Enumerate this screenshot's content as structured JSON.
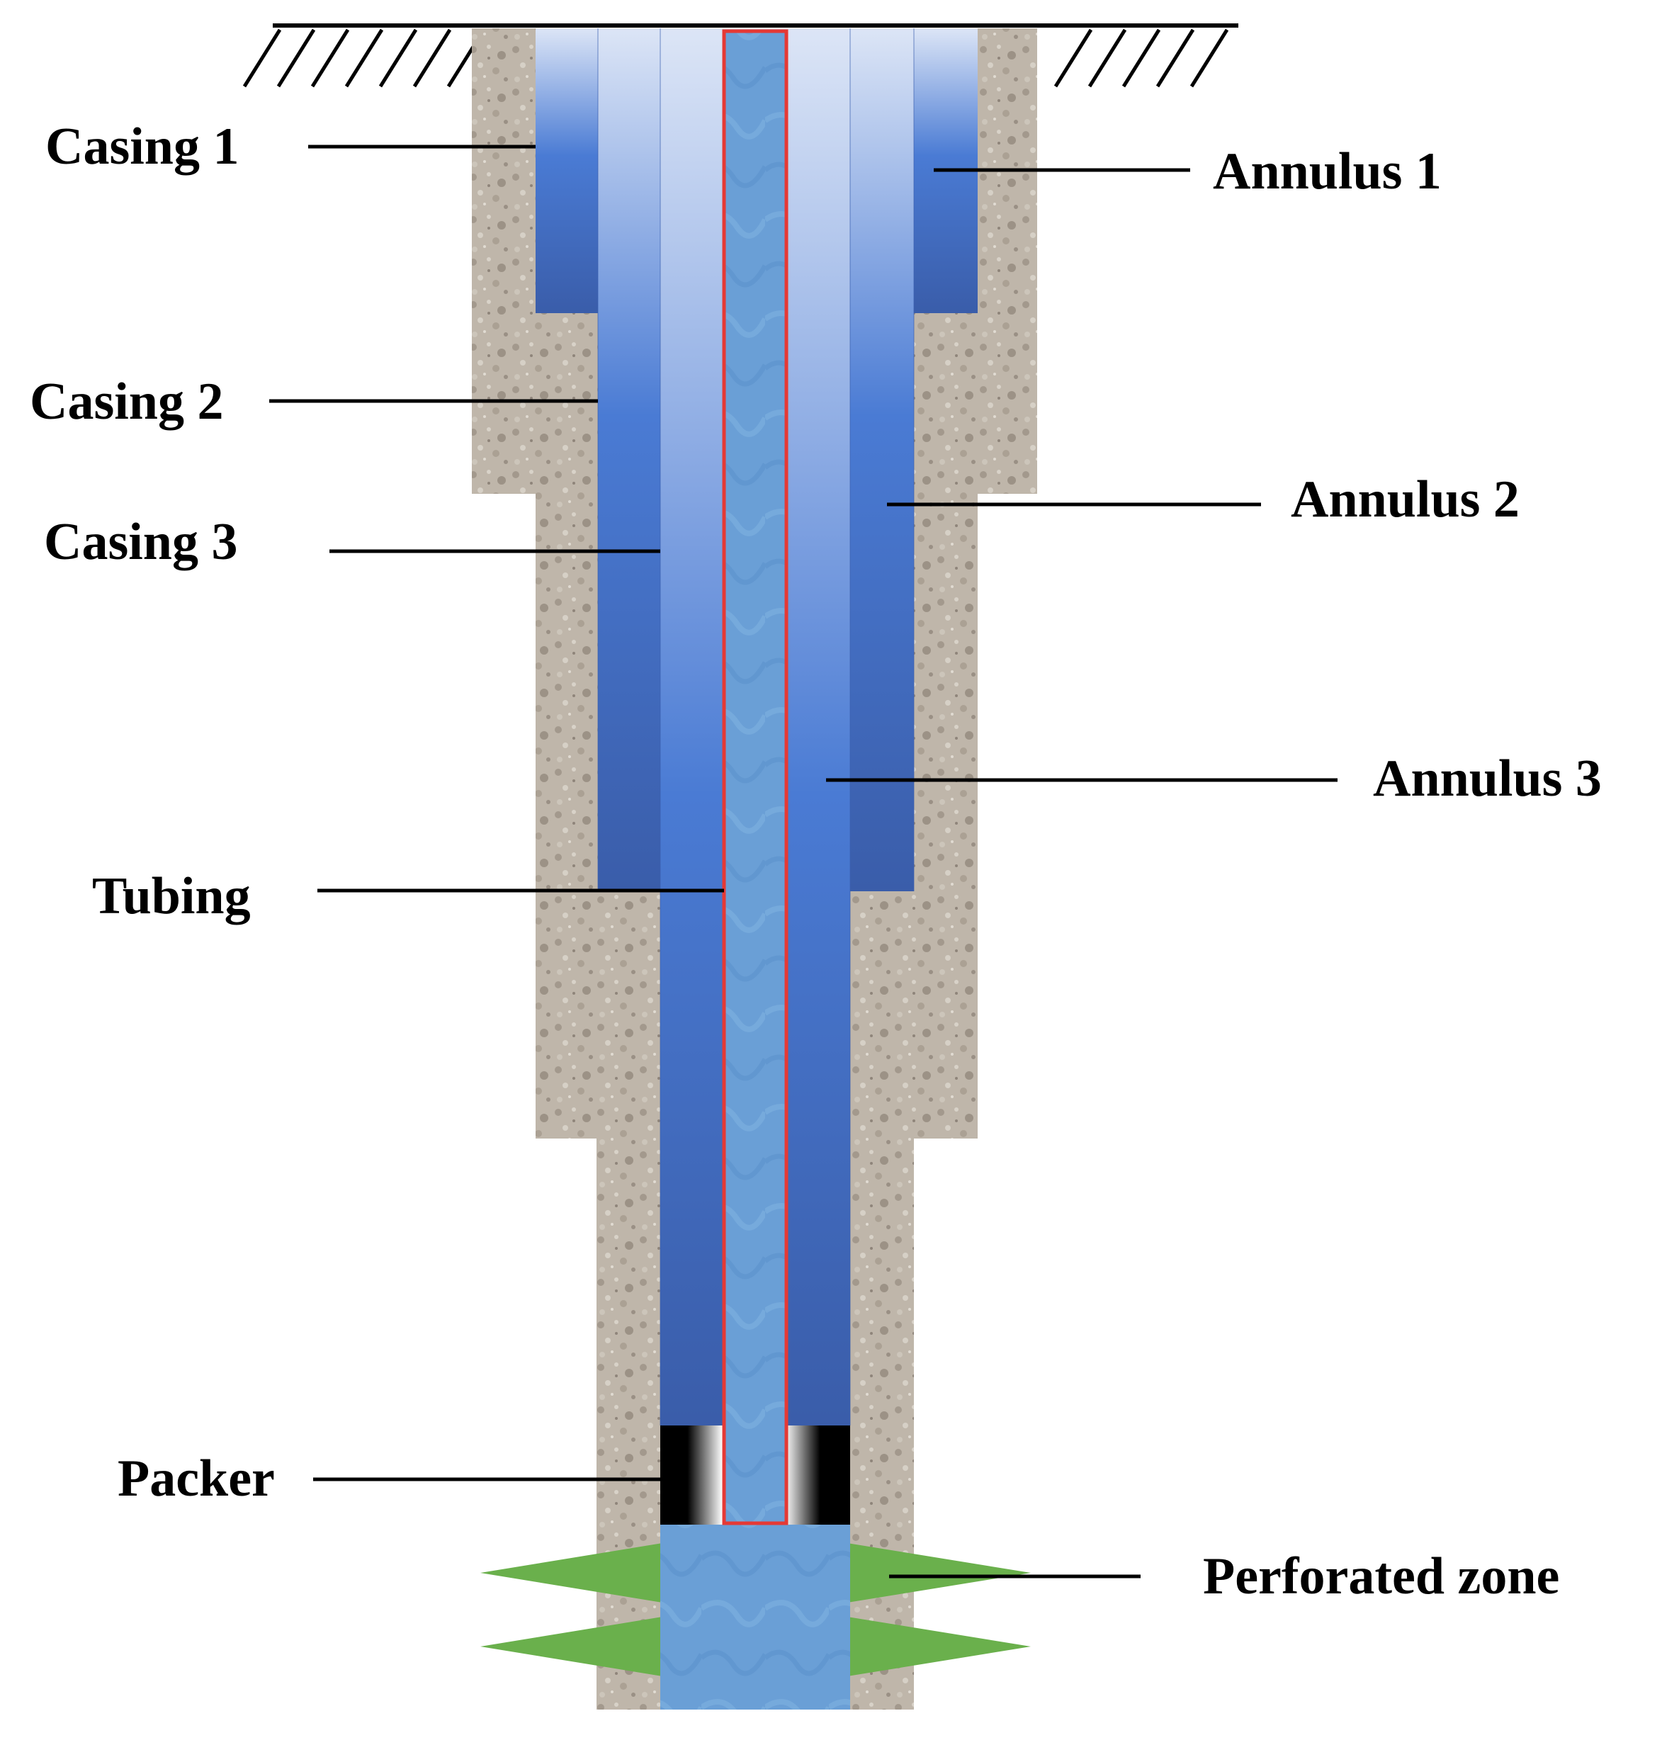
{
  "diagram": {
    "labels": {
      "casing_1": "Casing 1",
      "casing_2": "Casing 2",
      "casing_3": "Casing 3",
      "tubing": "Tubing",
      "packer": "Packer",
      "annulus_1": "Annulus 1",
      "annulus_2": "Annulus 2",
      "annulus_3": "Annulus 3",
      "perforated_zone": "Perforated zone"
    },
    "colors": {
      "cement": "#bdb4a8",
      "casing_blue_light": "#dbe4f5",
      "casing_blue_mid": "#4a7bd4",
      "casing_blue_dark": "#3a5faf",
      "tubing_fluid": "#6a9fd6",
      "tubing_outline": "#e53935",
      "packer": "#000000",
      "perforation": "#6ab04c",
      "leader_line": "#000000"
    }
  }
}
